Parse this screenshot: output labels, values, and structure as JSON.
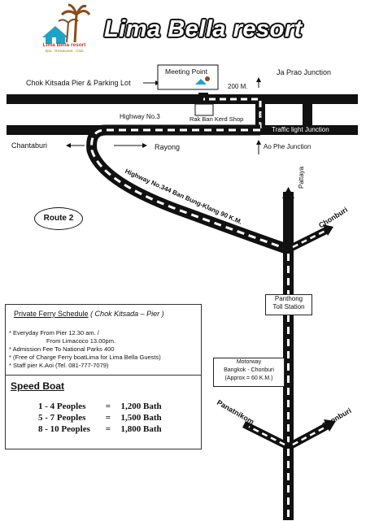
{
  "title": "Lima Bella resort",
  "logo": {
    "name": "Lima Bella resort",
    "tagline": "Spa · Restaurant · Club"
  },
  "labels": {
    "chok_pier": "Chok Kitsada Pier & Parking Lot",
    "meeting_point": "Meeting Point",
    "distance_200m": "200 M.",
    "ja_prao": "Ja Prao Junction",
    "highway3": "Highway No.3",
    "rak_ban": "Rak Ban Kerd Shop",
    "km2": "2 K.M.",
    "traffic_light": "Traffic light Junction",
    "chantaburi": "Chantaburi",
    "rayong": "Rayong",
    "ao_phe": "Ao Phe Junction",
    "highway344": "Highway No.344 Ban Bung-Klang 90 K.M.",
    "route2": "Route 2",
    "pattaya": "Pattaya",
    "chonburi_top": "Chonburi",
    "panthong_1": "Panthong",
    "panthong_2": "Toll Station",
    "motorway_1": "Motorway",
    "motorway_2": "Bangkok - Chonburi",
    "motorway_3": "(Approx = 60 K.M.)",
    "panatnikom": "Panatnikom",
    "chonburi_bottom": "Chonburi"
  },
  "ferry": {
    "title_main": "Private Ferry  Schedule",
    "title_sub": "( Chok Kitsada – Pier )",
    "lines": [
      "* Everyday  From Pier 12.30 am. /",
      "From Limacoco 13.00pm.",
      "* Admission Fee To National Parks 400",
      "* (Free of Charge Ferry boatLima for Lima Bella Guests)",
      "* Staff pier K.Aoi (Tel. 081-777-7079)"
    ]
  },
  "speed_boat": {
    "title": "Speed Boat",
    "rows": [
      {
        "people": "1 - 4  Peoples",
        "eq": "=",
        "price": "1,200 Bath"
      },
      {
        "people": "5 - 7  Peoples",
        "eq": "=",
        "price": "1,500 Bath"
      },
      {
        "people": "8 - 10 Peoples",
        "eq": "=",
        "price": "1,800 Bath"
      }
    ]
  },
  "colors": {
    "road": "#111111",
    "dash": "#ffffff",
    "logo_roof": "#1fa3c4",
    "logo_palm": "#8a4b1a",
    "logo_text": "#c0392b"
  }
}
